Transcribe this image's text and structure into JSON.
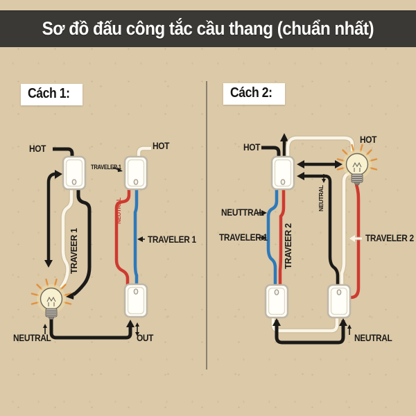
{
  "title": "Sơ đồ đấu công tắc cầu thang (chuẩn nhất)",
  "panels": {
    "method1": {
      "heading": "Cách 1:",
      "labels": {
        "hot_source": "HOT",
        "hot_switch2": "HOT",
        "traveler1_top": "TRAVELER 1",
        "traveler1_wire_rotated": "TRAVEER 1",
        "neutral_wire_rotated": "NEUTRAL",
        "traveler1_blue": "TRAVELER 1",
        "neutral_bottom": "NEUTRAL",
        "out": "OUT"
      }
    },
    "method2": {
      "heading": "Cách 2:",
      "labels": {
        "hot_source": "HOT",
        "hot_lamp": "HOT",
        "neuttral_arrow": "NEUTTRAL",
        "traveler1_arrow": "TRAVELER 1",
        "traveler2_wire_rotated": "TRAVEER 2",
        "neutral_wire_rotated": "NEUTRAL",
        "traveler2_white": "TRAVELER 2",
        "neutral_bottom": "NEUTRAL"
      }
    }
  },
  "colors": {
    "background": "#dbc9a8",
    "banner": "#3b3936",
    "wire_black": "#1b1a18",
    "wire_white": "#faf5e8",
    "wire_red": "#ce3a30",
    "wire_blue": "#2d79ba",
    "bulb_fill": "#f8f1d0",
    "ray_orange": "#e2913c"
  }
}
